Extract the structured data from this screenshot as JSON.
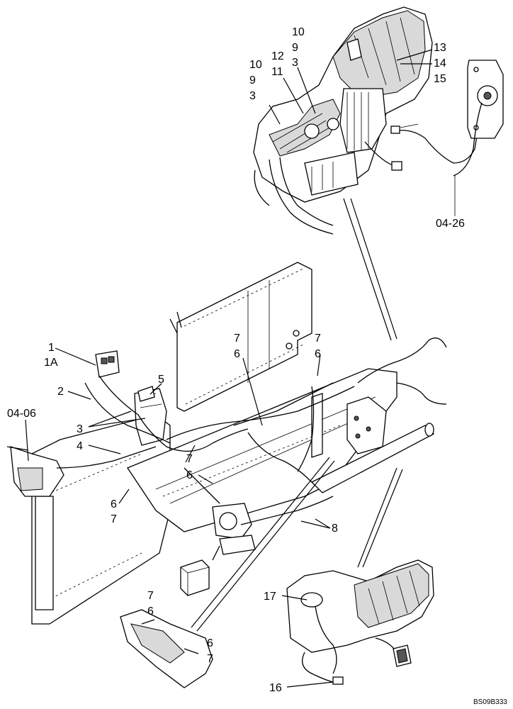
{
  "callouts": {
    "c1": "1",
    "c1a": "1A",
    "c2": "2",
    "c3a": "3",
    "c4": "4",
    "c5": "5",
    "c0406": "04-06",
    "c6left": "6",
    "c7left": "7",
    "c7mid": "7",
    "c6mid": "6",
    "c7top": "7",
    "c6top": "6",
    "c7right": "7",
    "c6right": "6",
    "c8": "8",
    "c10a": "10",
    "c9a": "9",
    "c3b": "3",
    "c12": "12",
    "c11": "11",
    "c10b": "10",
    "c9b": "9",
    "c3c": "3",
    "c13": "13",
    "c14": "14",
    "c15": "15",
    "c0426": "04-26",
    "c17": "17",
    "c16": "16",
    "c7low": "7",
    "c6low": "6",
    "c6lowr": "6",
    "c7lowr": "7"
  },
  "reference": "BS09B333"
}
